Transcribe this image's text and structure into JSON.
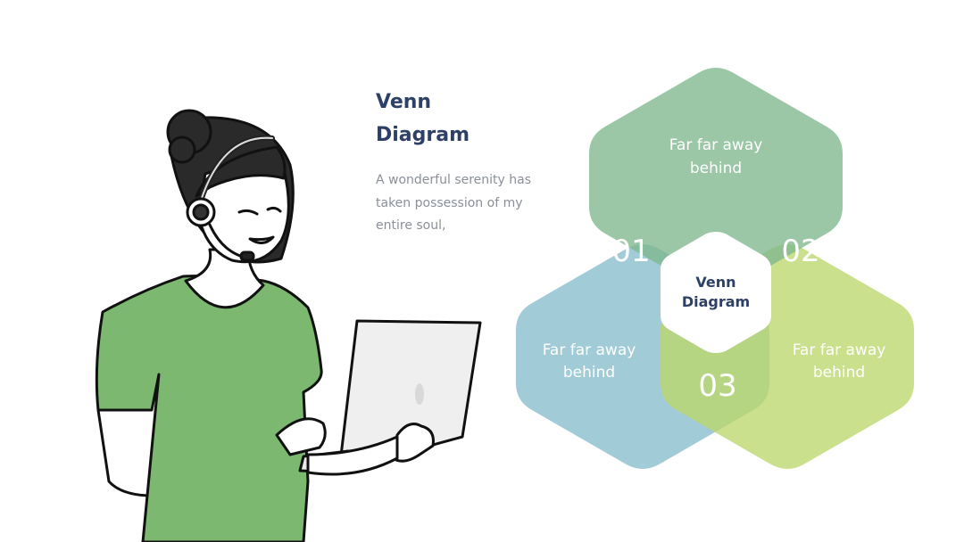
{
  "slide": {
    "title_line1": "Venn",
    "title_line2": "Diagram",
    "description": "A wonderful serenity has taken possession of my entire soul,"
  },
  "venn": {
    "center_line1": "Venn",
    "center_line2": "Diagram",
    "sets": [
      {
        "number": "01",
        "label_line1": "Far far away",
        "label_line2": "behind",
        "color": "#7fb78e"
      },
      {
        "number": "02",
        "label_line1": "Far far away",
        "label_line2": "behind",
        "color": "#bcd76b"
      },
      {
        "number": "03",
        "label_line1": "Far far away",
        "label_line2": "behind",
        "color": "#86bccb"
      }
    ]
  },
  "colors": {
    "title": "#2e4066",
    "description": "#8a8f99",
    "shirt": "#7db871",
    "venn_top": "#7fb78e",
    "venn_right": "#bcd76b",
    "venn_left": "#86bccb"
  },
  "icons": {
    "illustration": "person-with-headset-and-laptop"
  }
}
